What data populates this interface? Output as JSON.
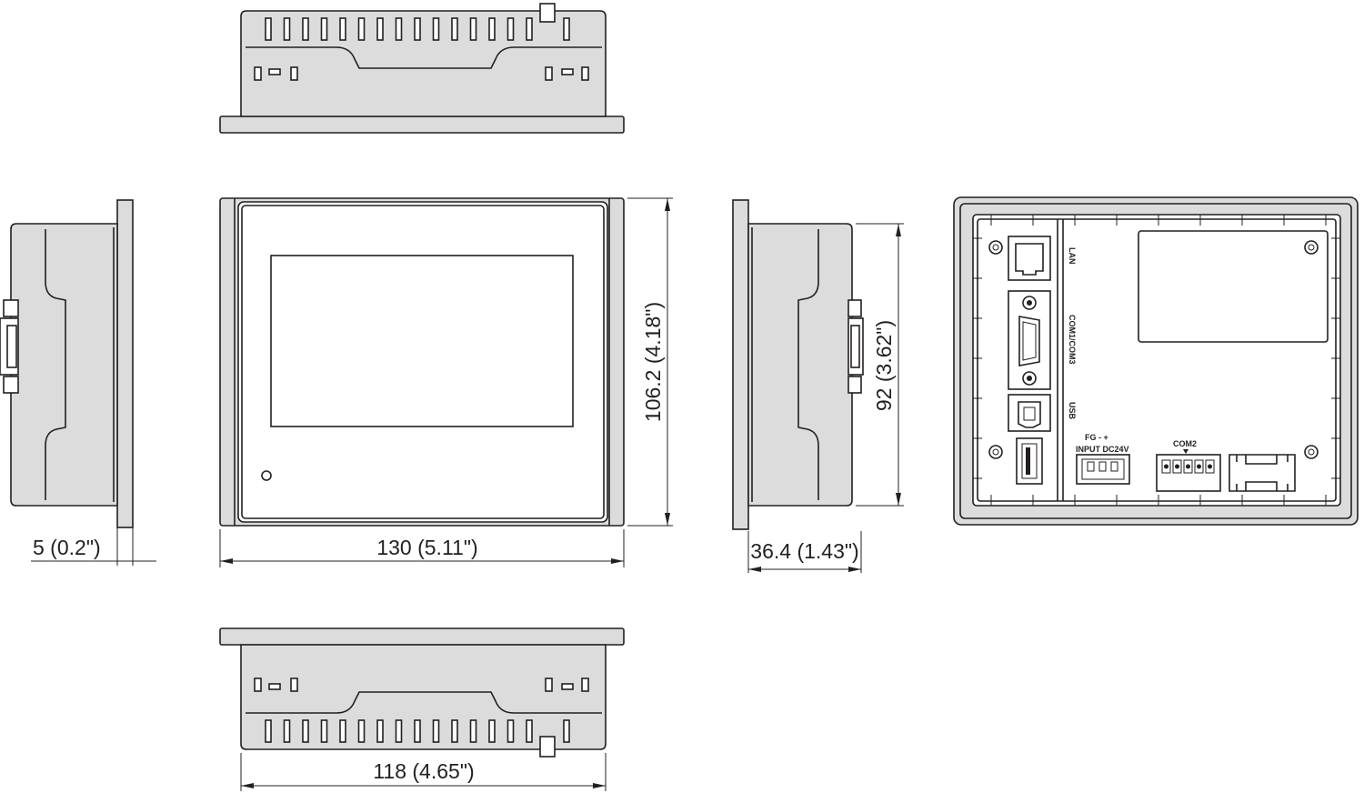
{
  "dimensions": {
    "panel_depth": "5 (0.2\")",
    "front_width": "130 (5.11\")",
    "front_height": "106.2 (4.18\")",
    "housing_height": "92 (3.62\")",
    "overall_depth": "36.4 (1.43\")",
    "housing_width": "118 (4.65\")"
  },
  "ports": {
    "lan": "LAN",
    "com1_com3": "COM1/COM3",
    "usb": "USB",
    "com2": "COM2",
    "input_dc": "INPUT DC24V",
    "power_pins": "FG - +"
  }
}
